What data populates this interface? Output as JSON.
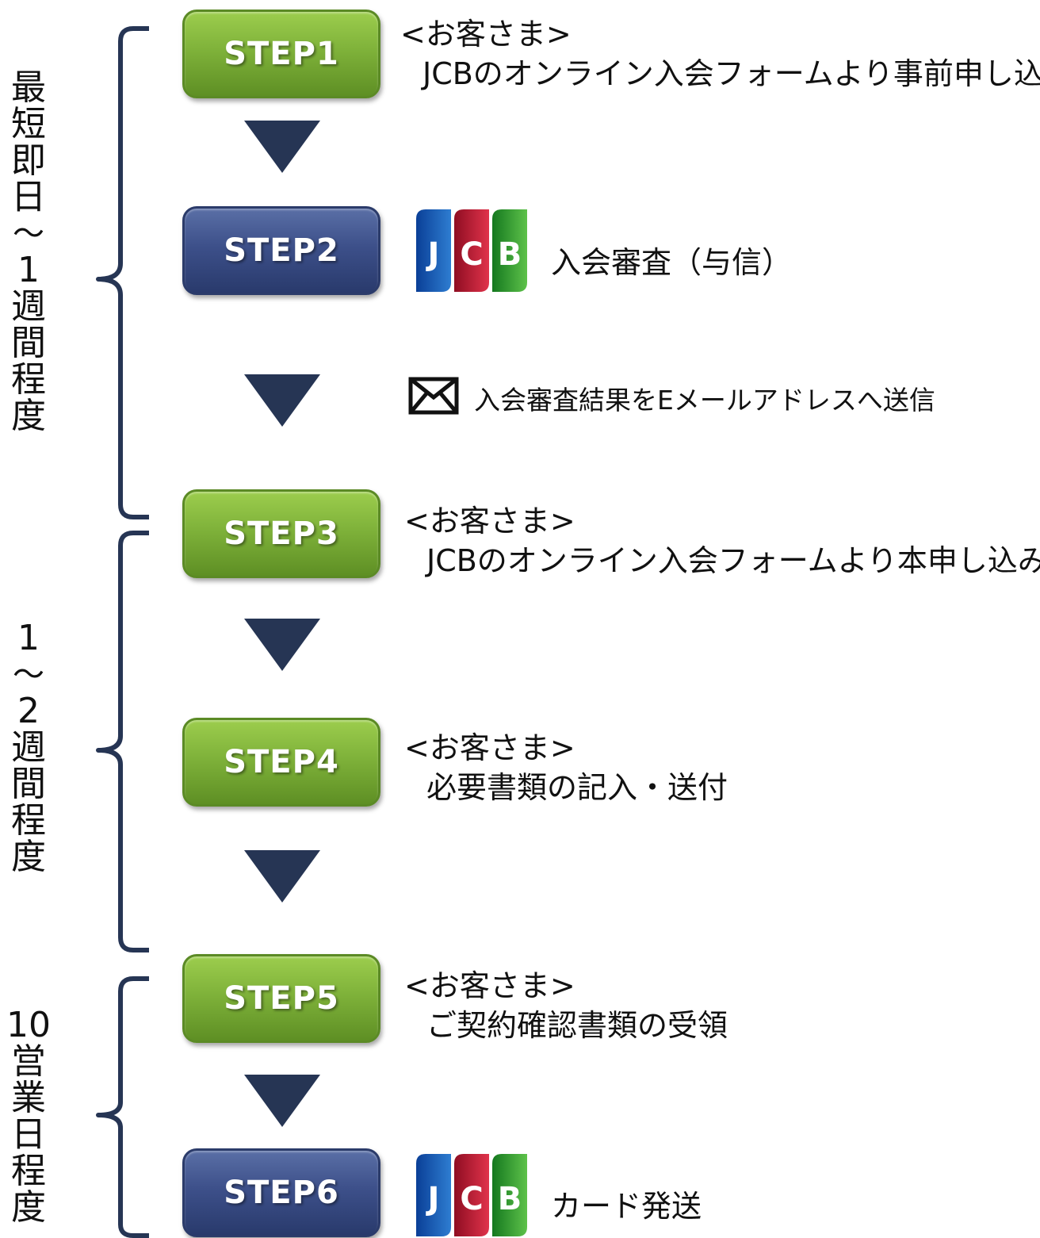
{
  "labels": {
    "period1": [
      "最",
      "短",
      "即",
      "日",
      "～",
      "1",
      "週",
      "間",
      "程",
      "度"
    ],
    "period2": [
      "1",
      "～",
      "2",
      "週",
      "間",
      "程",
      "度"
    ],
    "period3": [
      "10",
      "営",
      "業",
      "日",
      "程",
      "度"
    ]
  },
  "steps": [
    {
      "label": "STEP1",
      "color": "#7fb23a"
    },
    {
      "label": "STEP2",
      "color": "#3d508a"
    },
    {
      "label": "STEP3",
      "color": "#7fb23a"
    },
    {
      "label": "STEP4",
      "color": "#7fb23a"
    },
    {
      "label": "STEP5",
      "color": "#7fb23a"
    },
    {
      "label": "STEP6",
      "color": "#3d508a"
    }
  ],
  "descriptions": {
    "step1": {
      "heading": "<お客さま>",
      "text": "JCBのオンライン入会フォームより事前申し込み"
    },
    "step2": {
      "text": "入会審査（与信）",
      "logo": "JCB"
    },
    "mail": {
      "icon": "envelope-icon",
      "text": "入会審査結果をEメールアドレスへ送信"
    },
    "step3": {
      "heading": "<お客さま>",
      "text": "JCBのオンライン入会フォームより本申し込み"
    },
    "step4": {
      "heading": "<お客さま>",
      "text": "必要書類の記入・送付"
    },
    "step5": {
      "heading": "<お客さま>",
      "text": "ご契約確認書類の受領"
    },
    "step6": {
      "text": "カード発送",
      "logo": "JCB"
    }
  },
  "colors": {
    "green": "#7fb23a",
    "blue": "#3d508a",
    "arrow": "#263554",
    "brace": "#263554"
  }
}
